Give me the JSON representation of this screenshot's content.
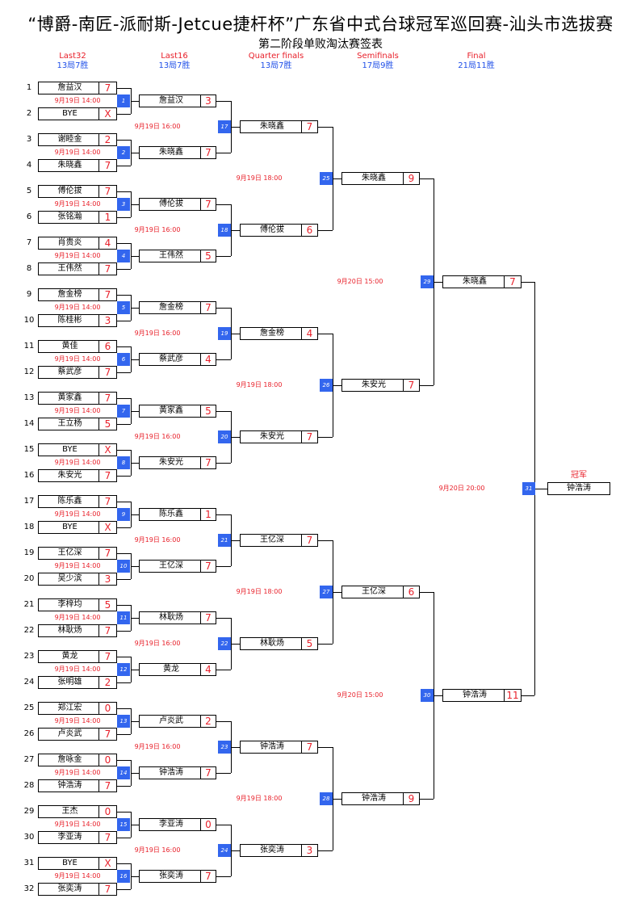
{
  "header": {
    "title": "“博爵-南匠-派耐斯-Jetcue捷杆杯”广东省中式台球冠军巡回赛-汕头市选拔赛",
    "subtitle": "第二阶段单败淘汰赛签表"
  },
  "rounds": [
    {
      "name": "Last32",
      "format": "13局7胜"
    },
    {
      "name": "Last16",
      "format": "13局7胜"
    },
    {
      "name": "Quarter finals",
      "format": "13局7胜"
    },
    {
      "name": "Semifinals",
      "format": "17局9胜"
    },
    {
      "name": "Final",
      "format": "21局11胜"
    }
  ],
  "colors": {
    "accent_red": "#e8202a",
    "accent_blue": "#1f4fe8",
    "match_badge": "#3366ee"
  },
  "round1": [
    {
      "match": "1",
      "time": "9月19日 14:00",
      "players": [
        {
          "seed": "1",
          "name": "詹益汉",
          "score": "7"
        },
        {
          "seed": "2",
          "name": "BYE",
          "score": "X"
        }
      ]
    },
    {
      "match": "2",
      "time": "9月19日 14:00",
      "players": [
        {
          "seed": "3",
          "name": "谢睦金",
          "score": "2"
        },
        {
          "seed": "4",
          "name": "朱晓鑫",
          "score": "7"
        }
      ]
    },
    {
      "match": "3",
      "time": "9月19日 14:00",
      "players": [
        {
          "seed": "5",
          "name": "傅伦拔",
          "score": "7"
        },
        {
          "seed": "6",
          "name": "张铭瀚",
          "score": "1"
        }
      ]
    },
    {
      "match": "4",
      "time": "9月19日 14:00",
      "players": [
        {
          "seed": "7",
          "name": "肖贵炎",
          "score": "4"
        },
        {
          "seed": "8",
          "name": "王伟然",
          "score": "7"
        }
      ]
    },
    {
      "match": "5",
      "time": "9月19日 14:00",
      "players": [
        {
          "seed": "9",
          "name": "詹金榜",
          "score": "7"
        },
        {
          "seed": "10",
          "name": "陈桂彬",
          "score": "3"
        }
      ]
    },
    {
      "match": "6",
      "time": "9月19日 14:00",
      "players": [
        {
          "seed": "11",
          "name": "黄佳",
          "score": "6"
        },
        {
          "seed": "12",
          "name": "蔡武彦",
          "score": "7"
        }
      ]
    },
    {
      "match": "7",
      "time": "9月19日 14:00",
      "players": [
        {
          "seed": "13",
          "name": "黄家鑫",
          "score": "7"
        },
        {
          "seed": "14",
          "name": "王立杨",
          "score": "5"
        }
      ]
    },
    {
      "match": "8",
      "time": "9月19日 14:00",
      "players": [
        {
          "seed": "15",
          "name": "BYE",
          "score": "X"
        },
        {
          "seed": "16",
          "name": "朱安光",
          "score": "7"
        }
      ]
    },
    {
      "match": "9",
      "time": "9月19日 14:00",
      "players": [
        {
          "seed": "17",
          "name": "陈乐鑫",
          "score": "7"
        },
        {
          "seed": "18",
          "name": "BYE",
          "score": "X"
        }
      ]
    },
    {
      "match": "10",
      "time": "9月19日 14:00",
      "players": [
        {
          "seed": "19",
          "name": "王亿深",
          "score": "7"
        },
        {
          "seed": "20",
          "name": "吴少滨",
          "score": "3"
        }
      ]
    },
    {
      "match": "11",
      "time": "9月19日 14:00",
      "players": [
        {
          "seed": "21",
          "name": "李梓均",
          "score": "5"
        },
        {
          "seed": "22",
          "name": "林耿炀",
          "score": "7"
        }
      ]
    },
    {
      "match": "12",
      "time": "9月19日 14:00",
      "players": [
        {
          "seed": "23",
          "name": "黄龙",
          "score": "7"
        },
        {
          "seed": "24",
          "name": "张明雄",
          "score": "2"
        }
      ]
    },
    {
      "match": "13",
      "time": "9月19日 14:00",
      "players": [
        {
          "seed": "25",
          "name": "郑江宏",
          "score": "0"
        },
        {
          "seed": "26",
          "name": "卢炎武",
          "score": "7"
        }
      ]
    },
    {
      "match": "14",
      "time": "9月19日 14:00",
      "players": [
        {
          "seed": "27",
          "name": "詹咏金",
          "score": "0"
        },
        {
          "seed": "28",
          "name": "钟浩涛",
          "score": "7"
        }
      ]
    },
    {
      "match": "15",
      "time": "9月19日 14:00",
      "players": [
        {
          "seed": "29",
          "name": "王杰",
          "score": "0"
        },
        {
          "seed": "30",
          "name": "李亚涛",
          "score": "7"
        }
      ]
    },
    {
      "match": "16",
      "time": "9月19日 14:00",
      "players": [
        {
          "seed": "31",
          "name": "BYE",
          "score": "X"
        },
        {
          "seed": "32",
          "name": "张奕涛",
          "score": "7"
        }
      ]
    }
  ],
  "round2": [
    {
      "match": "17",
      "time": "9月19日 16:00",
      "players": [
        {
          "name": "詹益汉",
          "score": "3"
        },
        {
          "name": "朱晓鑫",
          "score": "7"
        }
      ]
    },
    {
      "match": "18",
      "time": "9月19日 16:00",
      "players": [
        {
          "name": "傅伦拔",
          "score": "7"
        },
        {
          "name": "王伟然",
          "score": "5"
        }
      ]
    },
    {
      "match": "19",
      "time": "9月19日 16:00",
      "players": [
        {
          "name": "詹金榜",
          "score": "7"
        },
        {
          "name": "蔡武彦",
          "score": "4"
        }
      ]
    },
    {
      "match": "20",
      "time": "9月19日 16:00",
      "players": [
        {
          "name": "黄家鑫",
          "score": "5"
        },
        {
          "name": "朱安光",
          "score": "7"
        }
      ]
    },
    {
      "match": "21",
      "time": "9月19日 16:00",
      "players": [
        {
          "name": "陈乐鑫",
          "score": "1"
        },
        {
          "name": "王亿深",
          "score": "7"
        }
      ]
    },
    {
      "match": "22",
      "time": "9月19日 16:00",
      "players": [
        {
          "name": "林耿炀",
          "score": "7"
        },
        {
          "name": "黄龙",
          "score": "4"
        }
      ]
    },
    {
      "match": "23",
      "time": "9月19日 16:00",
      "players": [
        {
          "name": "卢炎武",
          "score": "2"
        },
        {
          "name": "钟浩涛",
          "score": "7"
        }
      ]
    },
    {
      "match": "24",
      "time": "9月19日 16:00",
      "players": [
        {
          "name": "李亚涛",
          "score": "0"
        },
        {
          "name": "张奕涛",
          "score": "7"
        }
      ]
    }
  ],
  "round3": [
    {
      "match": "25",
      "time": "9月19日 18:00",
      "players": [
        {
          "name": "朱晓鑫",
          "score": "7"
        },
        {
          "name": "傅伦拔",
          "score": "6"
        }
      ]
    },
    {
      "match": "26",
      "time": "9月19日 18:00",
      "players": [
        {
          "name": "詹金榜",
          "score": "4"
        },
        {
          "name": "朱安光",
          "score": "7"
        }
      ]
    },
    {
      "match": "27",
      "time": "9月19日 18:00",
      "players": [
        {
          "name": "王亿深",
          "score": "7"
        },
        {
          "name": "林耿炀",
          "score": "5"
        }
      ]
    },
    {
      "match": "28",
      "time": "9月19日 18:00",
      "players": [
        {
          "name": "钟浩涛",
          "score": "7"
        },
        {
          "name": "张奕涛",
          "score": "3"
        }
      ]
    }
  ],
  "round4": [
    {
      "match": "29",
      "time": "9月20日 15:00",
      "players": [
        {
          "name": "朱晓鑫",
          "score": "9"
        },
        {
          "name": "朱安光",
          "score": "7"
        }
      ]
    },
    {
      "match": "30",
      "time": "9月20日 15:00",
      "players": [
        {
          "name": "王亿深",
          "score": "6"
        },
        {
          "name": "钟浩涛",
          "score": "9"
        }
      ]
    }
  ],
  "round5": [
    {
      "match": "31",
      "time": "9月20日 20:00",
      "players": [
        {
          "name": "朱晓鑫",
          "score": "7"
        },
        {
          "name": "钟浩涛",
          "score": "11"
        }
      ]
    }
  ],
  "champion": {
    "label": "冠军",
    "name": "钟浩涛"
  }
}
